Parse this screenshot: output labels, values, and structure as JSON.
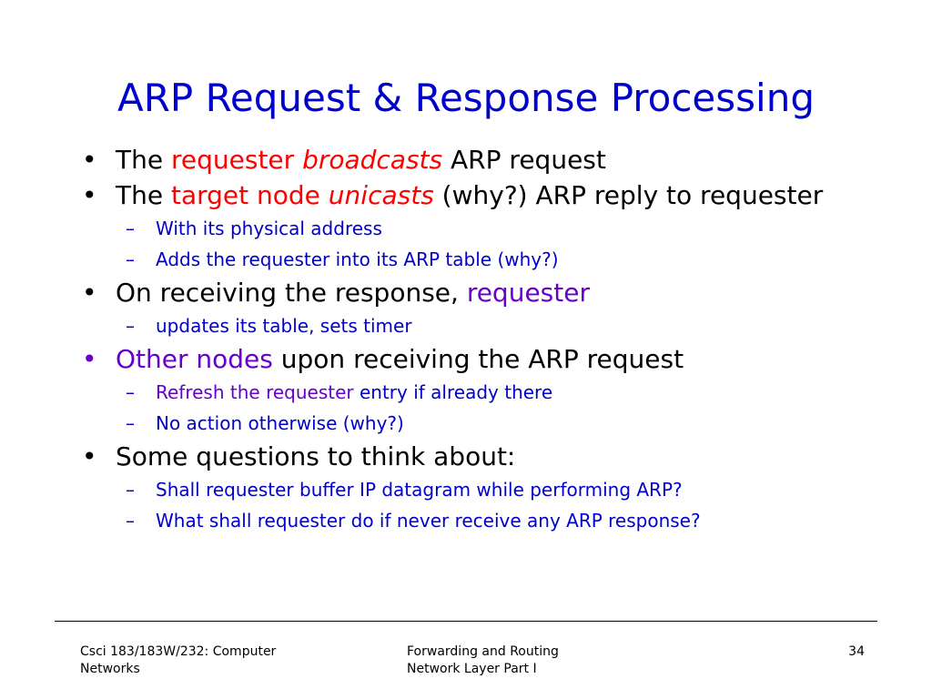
{
  "slide": {
    "title": "ARP Request & Response Processing",
    "bullets": [
      {
        "marker": "•",
        "parts": [
          {
            "text": "The ",
            "style": "plain"
          },
          {
            "text": "requester ",
            "style": "red"
          },
          {
            "text": "broadcasts",
            "style": "red-italic"
          },
          {
            "text": " ARP request",
            "style": "plain"
          }
        ]
      },
      {
        "marker": "•",
        "parts": [
          {
            "text": "The ",
            "style": "plain"
          },
          {
            "text": "target node ",
            "style": "red"
          },
          {
            "text": "unicasts",
            "style": "red-italic"
          },
          {
            "text": " (why?) ARP reply to requester",
            "style": "plain"
          }
        ],
        "subs": [
          {
            "marker": "–",
            "parts": [
              {
                "text": "With its physical address",
                "style": "blue"
              }
            ]
          },
          {
            "marker": "–",
            "parts": [
              {
                "text": "Adds the requester into its ARP table (why?)",
                "style": "blue"
              }
            ]
          }
        ]
      },
      {
        "marker": "•",
        "parts": [
          {
            "text": "On receiving the response, ",
            "style": "plain"
          },
          {
            "text": "requester",
            "style": "purple"
          }
        ],
        "subs": [
          {
            "marker": "–",
            "parts": [
              {
                "text": "updates its table, sets timer",
                "style": "blue"
              }
            ]
          }
        ]
      },
      {
        "marker": "•",
        "marker_style": "purple",
        "parts": [
          {
            "text": "Other nodes",
            "style": "purple"
          },
          {
            "text": " upon receiving the ARP request",
            "style": "plain"
          }
        ],
        "subs": [
          {
            "marker": "–",
            "parts": [
              {
                "text": "Refresh the requester",
                "style": "purple"
              },
              {
                "text": " entry if already there",
                "style": "blue"
              }
            ]
          },
          {
            "marker": "–",
            "parts": [
              {
                "text": "No action otherwise (why?)",
                "style": "blue"
              }
            ]
          }
        ]
      },
      {
        "marker": "•",
        "parts": [
          {
            "text": "Some questions to think about:",
            "style": "plain"
          }
        ],
        "subs": [
          {
            "marker": "–",
            "parts": [
              {
                "text": "Shall requester buffer IP datagram while performing ARP?",
                "style": "blue"
              }
            ]
          },
          {
            "marker": "–",
            "parts": [
              {
                "text": "What shall requester do if never receive any ARP response?",
                "style": "blue"
              }
            ]
          }
        ]
      }
    ]
  },
  "footer": {
    "left_line1": "Csci 183/183W/232: Computer",
    "left_line2": "Networks",
    "center_line1": "Forwarding and Routing",
    "center_line2": "Network Layer Part I",
    "page_number": "34"
  },
  "colors": {
    "title": "#0000cc",
    "red": "#ff0000",
    "purple": "#6600cc",
    "blue": "#0000cc",
    "text": "#000000"
  }
}
